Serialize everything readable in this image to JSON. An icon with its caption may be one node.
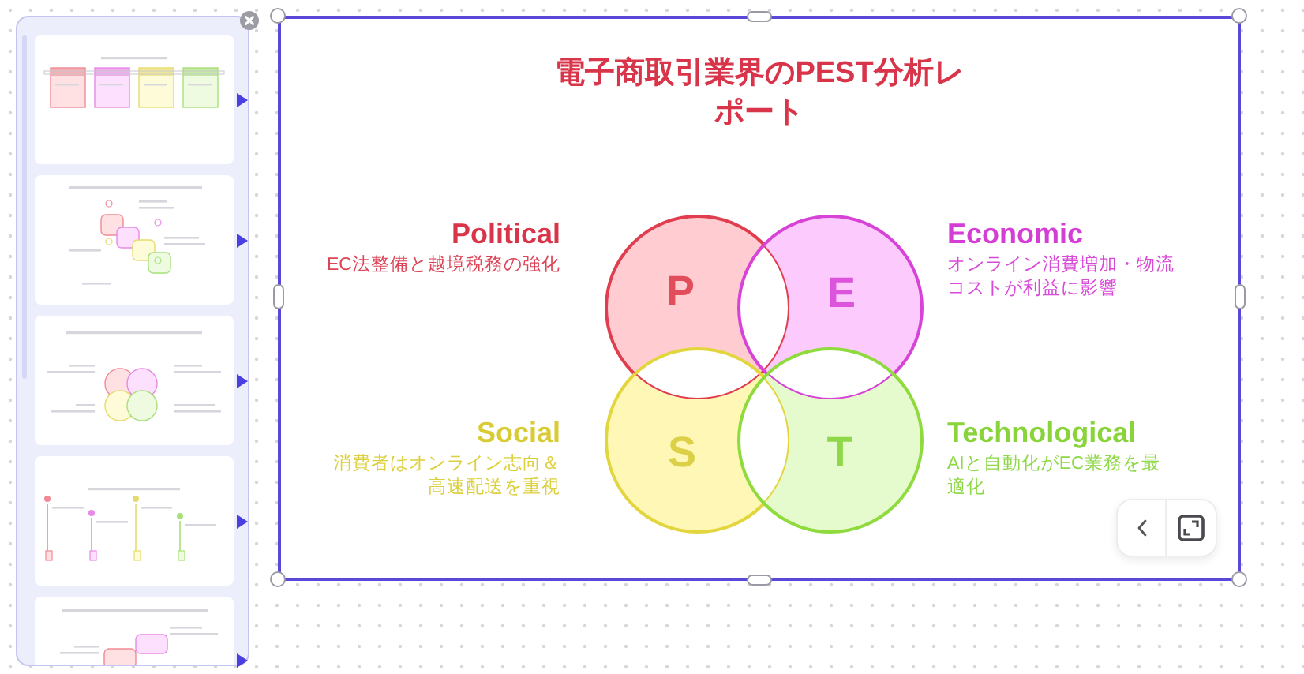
{
  "diagram": {
    "title": "電子商取引業界のPEST分析レポート",
    "nodes": [
      {
        "text": [
          "P"
        ],
        "beside": [
          "Political",
          "EC法整備と越境税務の強化"
        ]
      },
      {
        "text": [
          "E"
        ],
        "beside": [
          "Economic",
          "オンライン消費増加・物流コストが利益に影響"
        ]
      },
      {
        "text": [
          "S"
        ],
        "beside": [
          "Social",
          "消費者はオンライン志向＆高速配送を重視"
        ]
      },
      {
        "text": [
          "T"
        ],
        "beside": [
          "Technological",
          "AIと自動化がEC業務を最適化"
        ]
      }
    ]
  }
}
